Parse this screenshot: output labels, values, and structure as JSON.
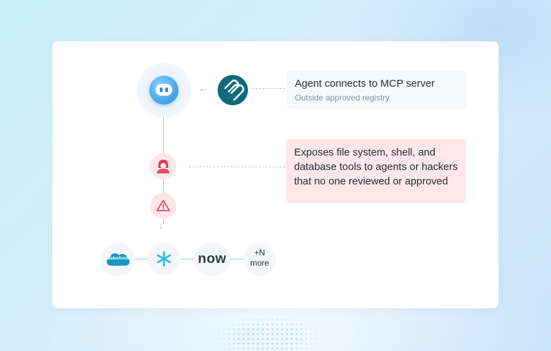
{
  "agent_node": {
    "icon": "robot-agent-icon"
  },
  "mcp_server_node": {
    "icon": "mcp-logo-icon"
  },
  "step_one": {
    "title": "Agent connects to MCP server",
    "subtitle": "Outside approved registry"
  },
  "step_two": {
    "text": "Exposes file system, shell, and database tools to agents or hackers that no one reviewed or approved"
  },
  "threat_nodes": {
    "hacker_icon": "hacker-icon",
    "warning_icon": "warning-icon"
  },
  "services": {
    "salesforce_label": "salesforce",
    "snowflake_icon": "snowflake-icon",
    "servicenow_label": "now",
    "more_line1": "+N",
    "more_line2": "more"
  },
  "colors": {
    "mcp_teal": "#0e6a7c",
    "agent_blue": "#4aa6ec",
    "alert_pink": "#fde7ea",
    "salesforce_blue": "#1798c1",
    "snowflake_blue": "#29b5e8"
  }
}
